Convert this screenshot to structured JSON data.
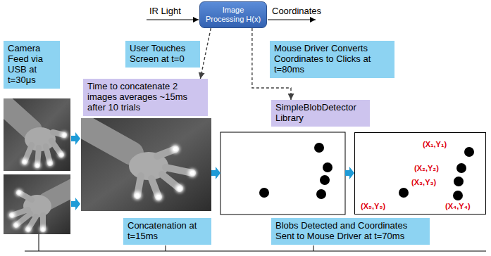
{
  "diagram": {
    "nodes": [
      {
        "text": [
          "Image Processing H(x)"
        ]
      },
      {
        "text": [
          "Camera Feed via USB at t=30μs"
        ]
      },
      {
        "text": [
          "User Touches Screen at t=0"
        ]
      },
      {
        "text": [
          "Mouse Driver Converts Coordinates to Clicks at t=80ms"
        ]
      },
      {
        "text": [
          "Time to concatenate 2 images averages ~15ms after 10 trials"
        ]
      },
      {
        "text": [
          "SimpleBlobDetector Library"
        ]
      },
      {
        "text": [
          "(X₁,Y₁)",
          "(X₂,Y₂)",
          "(X₃,Y₃)",
          "(X₅,Y₅)",
          "(X₄,Y₄)"
        ]
      },
      {
        "text": [
          "Concatenation at t=15ms"
        ]
      },
      {
        "text": [
          "Blobs Detected and Coordinates Sent to Mouse Driver at t=70ms"
        ]
      }
    ],
    "edges": [
      {
        "from": 0,
        "to": 4,
        "arrow": "to"
      },
      {
        "from": 0,
        "to": 5,
        "arrow": "to"
      }
    ],
    "labels": [
      "IR Light",
      "Coordinates"
    ]
  }
}
